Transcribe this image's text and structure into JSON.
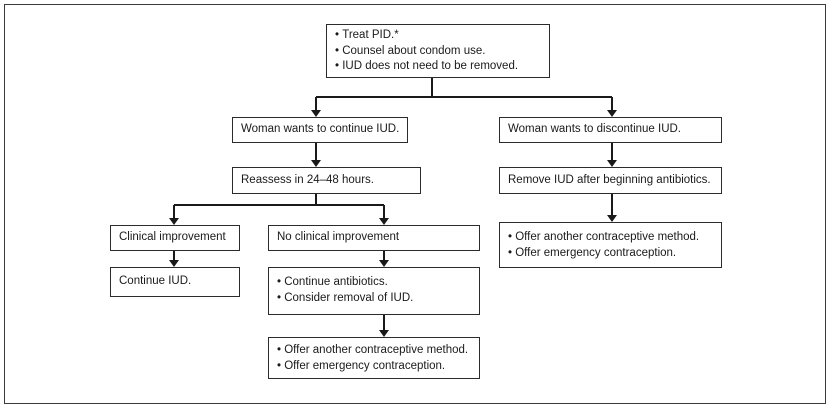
{
  "boxes": {
    "top": [
      "Treat PID.*",
      "Counsel about condom use.",
      "IUD does not need to be removed."
    ],
    "continue_iud": "Woman wants to continue IUD.",
    "discontinue_iud": "Woman wants to discontinue IUD.",
    "reassess": "Reassess in 24–48 hours.",
    "remove_iud": "Remove IUD after beginning antibiotics.",
    "clinical_improvement": "Clinical improvement",
    "no_clinical_improvement": "No clinical improvement",
    "continue_iud_result": "Continue IUD.",
    "no_improvement_actions": [
      "Continue antibiotics.",
      "Consider removal of IUD."
    ],
    "offer_left": [
      "Offer another contraceptive method.",
      "Offer emergency contraception."
    ],
    "offer_right": [
      "Offer another contraceptive method.",
      "Offer emergency contraception."
    ]
  }
}
